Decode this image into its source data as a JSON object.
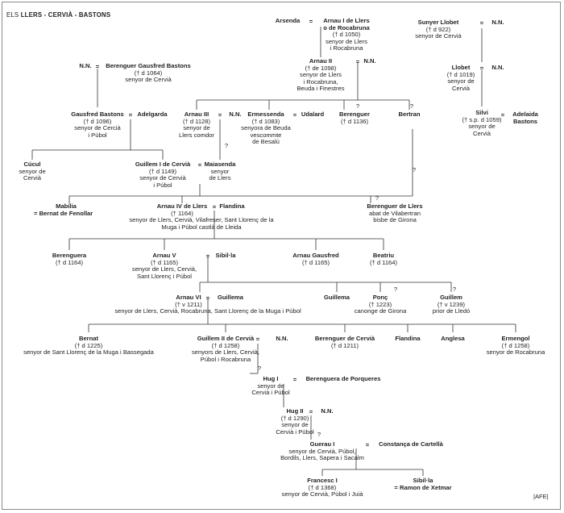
{
  "title": {
    "prefix": "ELS",
    "main": "LLERS - CERVIÀ - BASTONS"
  },
  "credit": "|AFE|",
  "uncertain_mark": "?",
  "marriage_mark": "=",
  "people": {
    "arsenda": {
      "name": "Arsenda"
    },
    "arnau1": {
      "name": "Arnau I de Llers",
      "name2": "o de Rocabruna",
      "info": [
        "(† d 1050)",
        "senyor de Llers",
        "i Rocabruna"
      ]
    },
    "sunyer": {
      "name": "Sunyer Llobet",
      "info": [
        "(† d 922)",
        "senyor de Cervià"
      ]
    },
    "nn_sunyer": {
      "name": "N.N."
    },
    "nn_bg": {
      "name": "N.N."
    },
    "berenguer_gausfred": {
      "name": "Berenguer Gausfred Bastons",
      "info": [
        "(† d 1064)",
        "senyor de Cervià"
      ]
    },
    "arnau2": {
      "name": "Arnau II",
      "info": [
        "(† de 1098)",
        "senyor de Llers",
        "i Rocabruna,",
        "Beuda i Finestres"
      ]
    },
    "nn_arnau2": {
      "name": "N.N."
    },
    "llobet": {
      "name": "Llobet",
      "info": [
        "(† d 1019)",
        "senyor de",
        "Cervià"
      ]
    },
    "nn_llobet": {
      "name": "N.N."
    },
    "silvi": {
      "name": "Silvi",
      "info": [
        "(† s.p. d 1059)",
        "senyor de",
        "Cervià"
      ]
    },
    "adelaida": {
      "name": "Adelaida",
      "name2": "Bastons"
    },
    "gausfred": {
      "name": "Gausfred Bastons",
      "info": [
        "(† d 1096)",
        "senyor de Cercià",
        "i Púbol"
      ]
    },
    "adelgarda": {
      "name": "Adelgarda"
    },
    "arnau3": {
      "name": "Arnau III",
      "info": [
        "(† d 1128)",
        "senyor de",
        "Llers comdor"
      ]
    },
    "nn_arnau3": {
      "name": "N.N."
    },
    "ermessenda": {
      "name": "Ermessenda",
      "info": [
        "(† d 1083)",
        "senyora de Beuda",
        "vescommte",
        "de Besalú"
      ]
    },
    "udalard": {
      "name": "Udalard"
    },
    "berenguer_1136": {
      "name": "Berenguer",
      "info": [
        "(† d 1136)"
      ]
    },
    "bertran": {
      "name": "Bertran"
    },
    "cucul": {
      "name": "Cúcul",
      "info": [
        "senyor de",
        "Cervià"
      ]
    },
    "guillem1": {
      "name": "Guillem I de Cervià",
      "info": [
        "(† d 1149)",
        "senyor de Cervià",
        "i Púbol"
      ]
    },
    "maiasenda": {
      "name": "Maiasenda",
      "info": [
        "senyor",
        "de Llers"
      ]
    },
    "mabilia": {
      "name": "Mabília"
    },
    "bernat_fenollar": {
      "name": "Bernat de Fenollar"
    },
    "arnau4": {
      "name": "Arnau IV de Llers",
      "info": [
        "(† 1164)",
        "senyor de Llers, Cervià, Vilafreser, Sant Llorenç de la",
        "Muga i Púbol castlà de Lleida"
      ]
    },
    "flandina1": {
      "name": "Flandina"
    },
    "berenguer_abat": {
      "name": "Berenguer de Llers",
      "info": [
        "abat de Vilabertran",
        "bisbe de Girona"
      ]
    },
    "berenguera": {
      "name": "Berenguera",
      "info": [
        "(† d 1164)"
      ]
    },
    "arnau5": {
      "name": "Arnau V",
      "info": [
        "(† d 1165)",
        "senyor de Llers, Cervià,",
        "Sant Llorenç i Púbol"
      ]
    },
    "sibilla1": {
      "name": "Sibil·la"
    },
    "arnau_gausfred": {
      "name": "Arnau Gausfred",
      "info": [
        "(† d 1165)"
      ]
    },
    "beatriu": {
      "name": "Beatriu",
      "info": [
        "(† d 1164)"
      ]
    },
    "arnau6": {
      "name": "Arnau VI",
      "info": [
        "(† v 1211)",
        "senyor de Llers, Cervià, Rocabruna, Sant Llorenç de la Muga i Púbol"
      ]
    },
    "guillema1": {
      "name": "Guillema"
    },
    "guillema2": {
      "name": "Guillema"
    },
    "ponc": {
      "name": "Ponç",
      "info": [
        "(† 1223)",
        "canonge de Girona"
      ]
    },
    "guillem_prior": {
      "name": "Guillem",
      "info": [
        "(† v 1239)",
        "prior de Lledó"
      ]
    },
    "bernat": {
      "name": "Bernat",
      "info": [
        "(† d 1225)",
        "senyor de Sant Llorenç de la Muga i Bassegada"
      ]
    },
    "guillem2": {
      "name": "Guillem II de Cervià",
      "info": [
        "(† d 1258)",
        "senyors de Llers, Cervià,",
        "Púbol i Rocabruna"
      ]
    },
    "nn_guillem2": {
      "name": "N.N."
    },
    "berenguer_cervia": {
      "name": "Berenguer de Cervià",
      "info": [
        "(† d 1211)"
      ]
    },
    "flandina2": {
      "name": "Flandina"
    },
    "anglesa": {
      "name": "Anglesa"
    },
    "ermengol": {
      "name": "Ermengol",
      "info": [
        "(† d 1258)",
        "senyor de Rocabruna"
      ]
    },
    "hug1": {
      "name": "Hug I",
      "info": [
        "senyor de",
        "Cervià i Púbol"
      ]
    },
    "berenguera_porqueres": {
      "name": "Berenguera de Porqueres"
    },
    "hug2": {
      "name": "Hug II",
      "info": [
        "(† d 1290)",
        "senyor de",
        "Cervià i Púbol"
      ]
    },
    "nn_hug2": {
      "name": "N.N."
    },
    "gueraul": {
      "name": "Guerau I",
      "info": [
        "senyor de Cervià, Púbol,",
        "Bordils, Llers, Sapera i Sacalm"
      ]
    },
    "constanca": {
      "name": "Constança de Cartellà"
    },
    "francesc": {
      "name": "Francesc I",
      "info": [
        "(† d 1368)",
        "senyor de Cervià, Púbol i Juià"
      ]
    },
    "sibilla2": {
      "name": "Sibil·la",
      "name2": "Ramon de Xetmar"
    }
  }
}
